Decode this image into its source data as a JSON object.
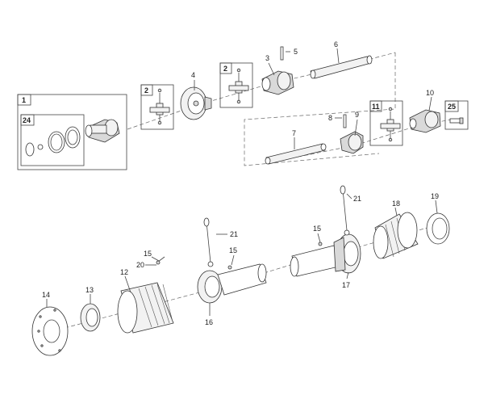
{
  "diagram": {
    "callouts": [
      "1",
      "2",
      "2",
      "3",
      "4",
      "5",
      "6",
      "7",
      "8",
      "9",
      "10",
      "11",
      "12",
      "13",
      "14",
      "15",
      "15",
      "15",
      "16",
      "17",
      "18",
      "19",
      "20",
      "21",
      "21",
      "24",
      "25"
    ],
    "boxed_labels": [
      "1",
      "24",
      "2",
      "2",
      "11",
      "25"
    ]
  }
}
